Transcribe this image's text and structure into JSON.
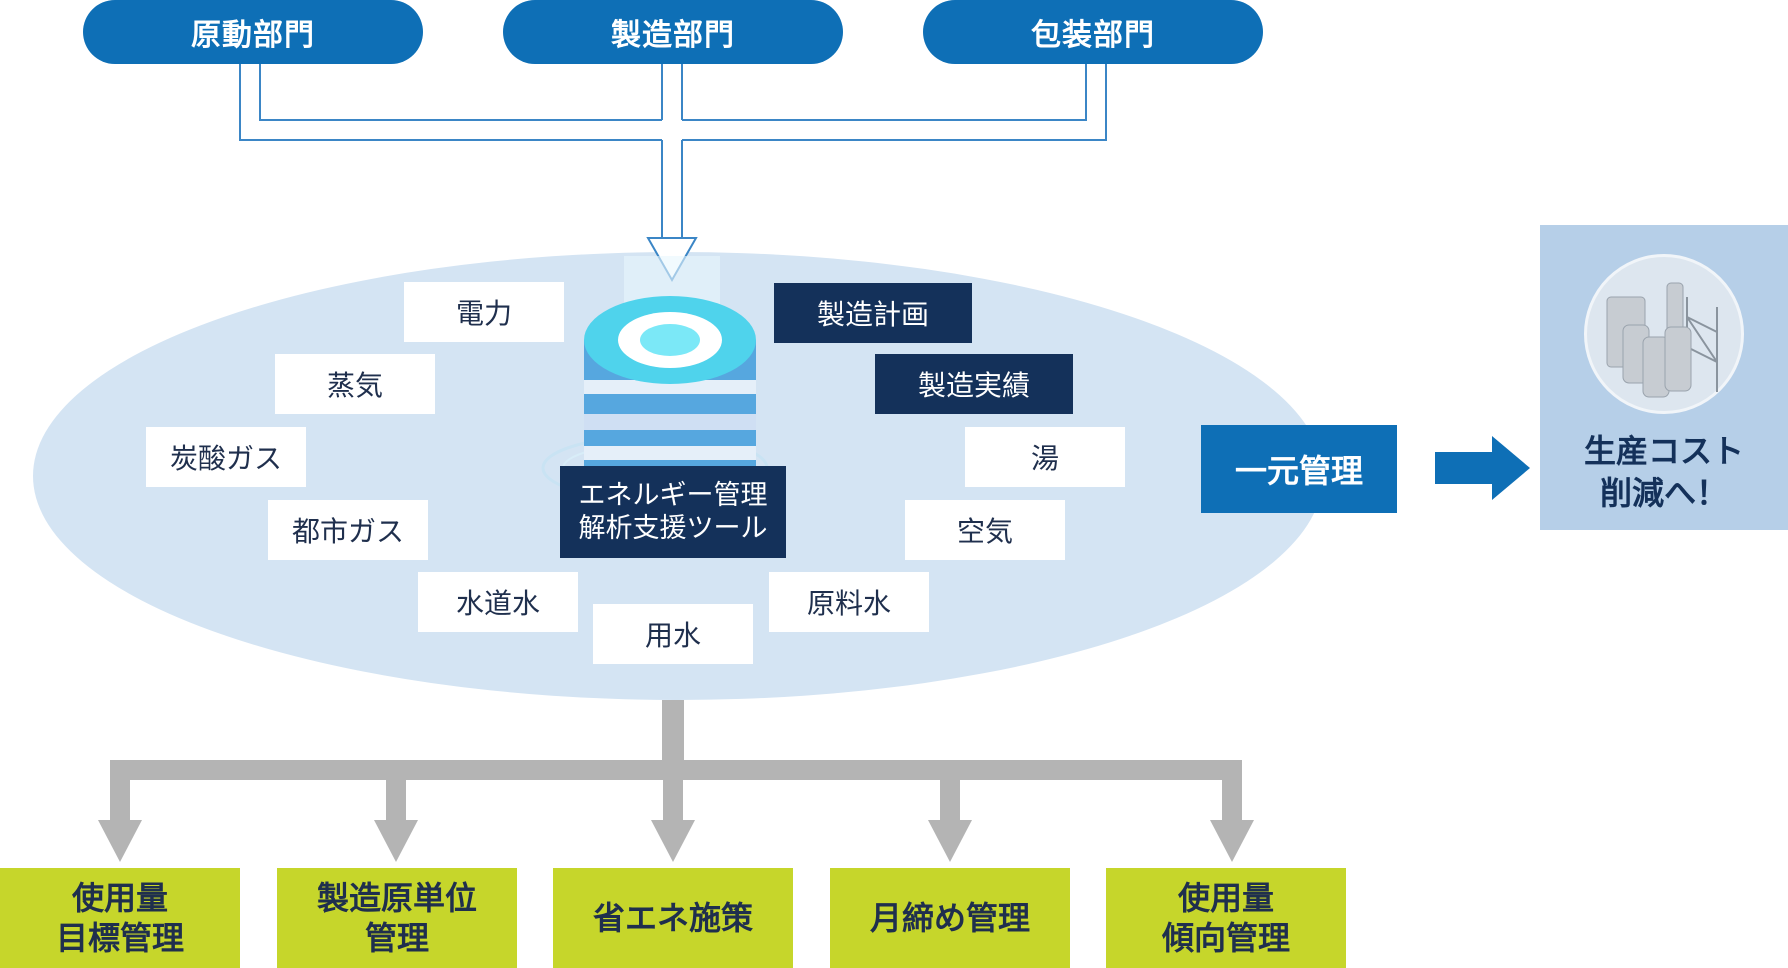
{
  "departments": [
    "原動部門",
    "製造部門",
    "包装部門"
  ],
  "energy_labels": {
    "electricity": "電力",
    "steam": "蒸気",
    "co2_gas": "炭酸ガス",
    "city_gas": "都市ガス",
    "tap_water": "水道水",
    "utility_water": "用水",
    "raw_water": "原料水",
    "air": "空気",
    "hot_water": "湯"
  },
  "production_labels": {
    "plan": "製造計画",
    "results": "製造実績"
  },
  "tool": {
    "line1": "エネルギー管理",
    "line2": "解析支援ツール"
  },
  "unified": "一元管理",
  "cost": {
    "line1": "生産コスト",
    "line2": "削減へ！"
  },
  "outputs": [
    {
      "line1": "使用量",
      "line2": "目標管理"
    },
    {
      "line1": "製造原単位",
      "line2": "管理"
    },
    {
      "line1": "省エネ施策",
      "line2": ""
    },
    {
      "line1": "月締め管理",
      "line2": ""
    },
    {
      "line1": "使用量",
      "line2": "傾向管理"
    }
  ],
  "colors": {
    "dept_blue": "#0e6fb6",
    "navy": "#14315a",
    "ellipse": "#d4e4f3",
    "green": "#c6d62b",
    "gray_arrow": "#b4b4b4",
    "panel": "#b6cfe8"
  }
}
